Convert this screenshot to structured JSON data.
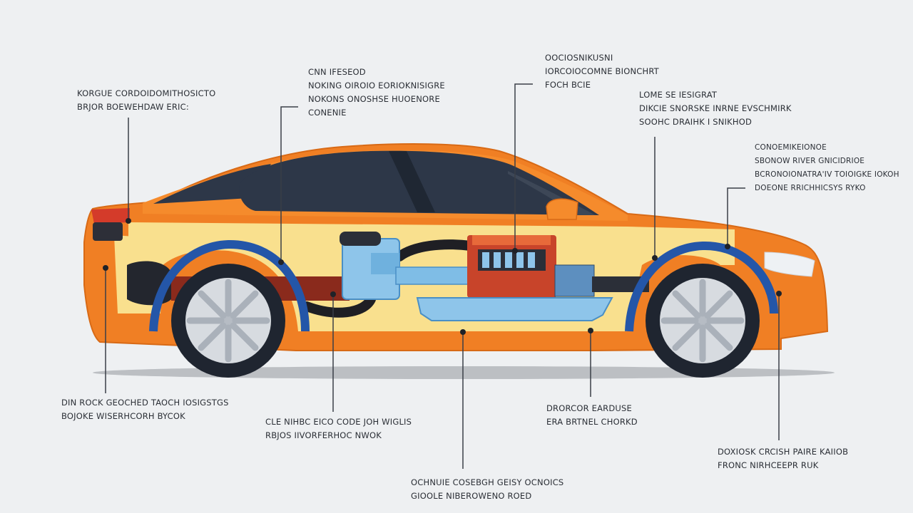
{
  "callouts": [
    {
      "id": "rear-bumper",
      "lines": [
        "KORGUE CORDOIDOMITHOSICTO",
        "BRJOR BOEWEHDAW ERIC:"
      ]
    },
    {
      "id": "rear-axle",
      "lines": [
        "CNN IFESEOD",
        "NOKING OIROIO EORIOKNISIGRE",
        "NOKONS ONOSHSE HUOENORE",
        "CONENIE"
      ]
    },
    {
      "id": "engine-top",
      "lines": [
        "OOCIOSNIKUSNI",
        "IORCOIOCOMNE BIONCHRT",
        "FOCH BCIE"
      ]
    },
    {
      "id": "front-wheel",
      "lines": [
        "LOME SE IESIGRAT",
        "DIKCIE SNORSKE INRNE EVSCHMIRK",
        "SOOHC DRAIHK I SNIKHOD"
      ]
    },
    {
      "id": "front-fender",
      "lines": [
        "CONOEMIKEIONOE",
        "SBONOW RIVER GNICIDRIOE",
        "BCRONOIONATRA'IV TOIOIGKE IOKOH",
        "DOEONE RRICHHICSYS RYKO"
      ]
    },
    {
      "id": "rear-light",
      "lines": [
        "DIN ROCK GEOCHED TAOCH IOSIGSTGS",
        "BOJOKE WISERHCORH BYCOK"
      ]
    },
    {
      "id": "exhaust",
      "lines": [
        "CLE NIHBC EICO CODE JOH WIGLIS",
        "RBJOS IIVORFERHOC NWOK"
      ]
    },
    {
      "id": "battery",
      "lines": [
        "OCHNUIE COSEBGH GEISY OCNOICS",
        "GIOOLE NIBEROWENO ROED"
      ]
    },
    {
      "id": "transmission",
      "lines": [
        "DRORCOR EARDUSE",
        "ERA BRTNEL CHORKD"
      ]
    },
    {
      "id": "front-bumper",
      "lines": [
        "DOXIOSK CRCISH PAIRE KAIIOB",
        "FRONC NIRHCEEPR RUK"
      ]
    }
  ]
}
